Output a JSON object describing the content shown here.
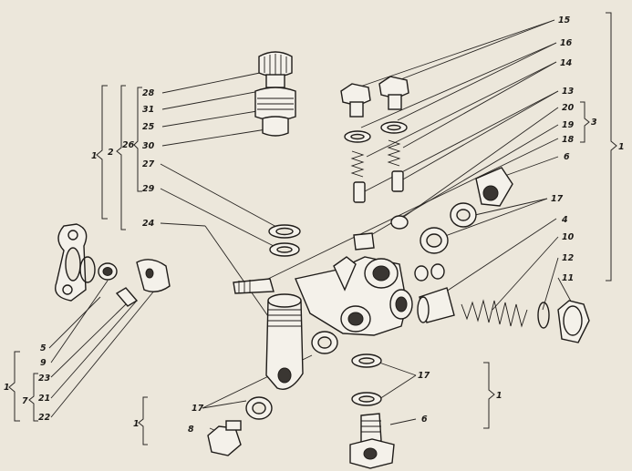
{
  "callouts": {
    "c15": "15",
    "c16a": "16",
    "c14": "14",
    "c13": "13",
    "c20": "20",
    "c19": "19",
    "c18": "18",
    "c6a": "6",
    "c17a": "17",
    "c4": "4",
    "c10": "10",
    "c12": "12",
    "c11": "11",
    "c28": "28",
    "c31": "31",
    "c25": "25",
    "c30": "30",
    "c27": "27",
    "c29": "29",
    "c24": "24",
    "c26": "26",
    "c2": "2",
    "c1a": "1",
    "c5": "5",
    "c9": "9",
    "c23": "23",
    "c21": "21",
    "c22": "22",
    "c7": "7",
    "c1b": "1",
    "c17b": "17",
    "c8": "8",
    "c1c": "1",
    "c17c": "17",
    "c6b": "6",
    "c1d": "1",
    "c3": "3",
    "c1e": "1"
  },
  "colors": {
    "paper": "#ece7db",
    "ink": "#1f1c19"
  }
}
